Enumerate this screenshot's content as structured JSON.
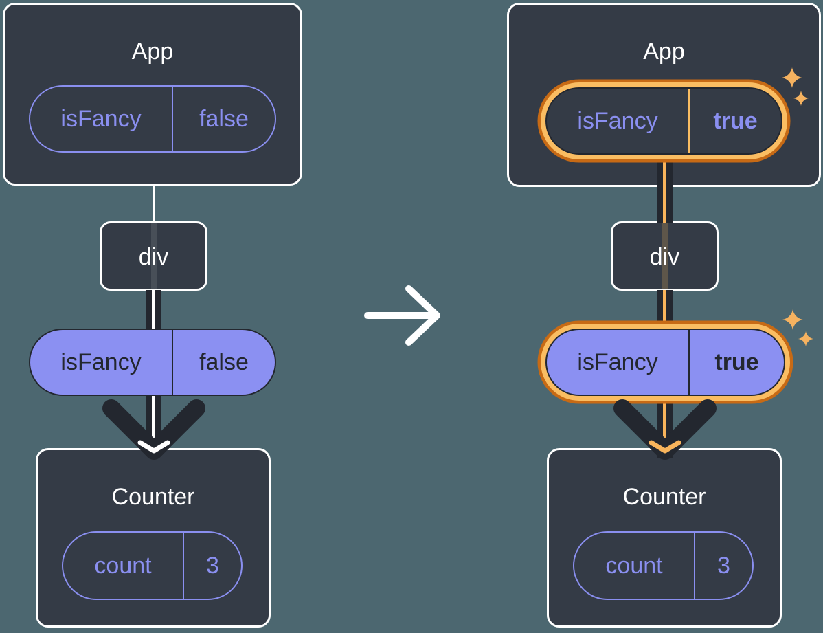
{
  "page": {
    "background": "#4C6770"
  },
  "colors": {
    "box_fill": "#343B46",
    "box_border": "#FFFFFF",
    "purple": "#8A8FF0",
    "purple_fill": "#8B90F2",
    "dark": "#23272F",
    "orange_dark": "#C76A15",
    "orange_light": "#FABD62",
    "orange": "#F8B45C",
    "white": "#FFFFFF"
  },
  "icons": {
    "transition": "right-arrow-icon",
    "sparkle": "sparkle-icon",
    "prop_arrow": "down-chevron-arrow-icon"
  },
  "before": {
    "app": {
      "title": "App",
      "state_pill": {
        "label": "isFancy",
        "value": "false"
      }
    },
    "div_node": {
      "title": "div"
    },
    "prop_pill": {
      "label": "isFancy",
      "value": "false"
    },
    "counter": {
      "title": "Counter",
      "state_pill": {
        "label": "count",
        "value": "3"
      }
    }
  },
  "after": {
    "app": {
      "title": "App",
      "state_pill": {
        "label": "isFancy",
        "value": "true"
      }
    },
    "div_node": {
      "title": "div"
    },
    "prop_pill": {
      "label": "isFancy",
      "value": "true"
    },
    "counter": {
      "title": "Counter",
      "state_pill": {
        "label": "count",
        "value": "3"
      }
    }
  }
}
